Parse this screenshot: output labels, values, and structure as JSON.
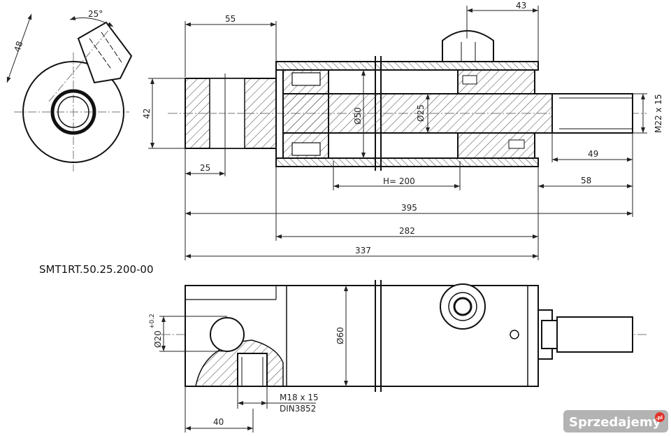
{
  "drawing": {
    "part_number": "SMT1RT.50.25.200-00",
    "dimensions": {
      "angle": "25°",
      "eye_length": "48",
      "rear_len": "55",
      "port_offset": "43",
      "eye_height": "42",
      "bore": "Ø50",
      "rod": "Ø25",
      "thread": "M22 x 15",
      "eye_center": "25",
      "thread_len": "49",
      "stroke": "H= 200",
      "rod_ext": "58",
      "total_len": "395",
      "body_len": "282",
      "closed_len": "337",
      "pin": "Ø20",
      "pin_tol": "+0.2",
      "outer": "Ø60",
      "port_thread": "M18 x 15",
      "port_std": "DIN3852",
      "port_pos": "40"
    }
  },
  "watermark": {
    "brand_main": "Sprzedajemy",
    "brand_tld": ".pl"
  }
}
